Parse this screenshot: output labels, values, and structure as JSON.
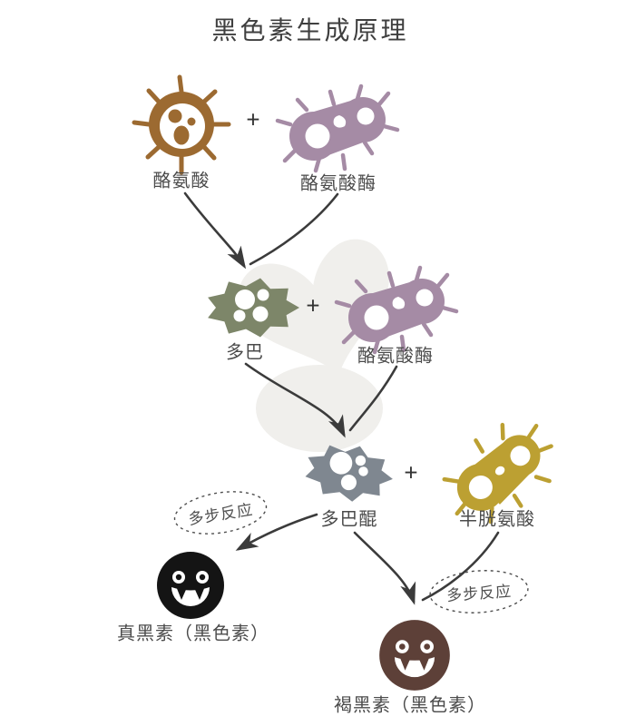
{
  "title": "黑色素生成原理",
  "operators": {
    "plus": "+"
  },
  "labels": {
    "tyrosine": "酪氨酸",
    "tyrosinase": "酪氨酸酶",
    "dopa": "多巴",
    "dopaquinone": "多巴醌",
    "cysteine": "半胱氨酸",
    "multistep": "多步反应",
    "eumelanin": "真黑素（黑色素）",
    "pheomelanin": "褐黑素（黑色素）"
  },
  "colors": {
    "tyrosine": "#9c6a31",
    "tyrosinase": "#a58ba5",
    "dopa": "#7d8669",
    "dopaquinone": "#7f8790",
    "cysteine": "#bca032",
    "eumelanin": "#141414",
    "pheomelanin": "#5d4038",
    "arrow": "#3b3b3b",
    "dashed_outline": "#4f4f4f",
    "watermark": "#f0efec"
  }
}
